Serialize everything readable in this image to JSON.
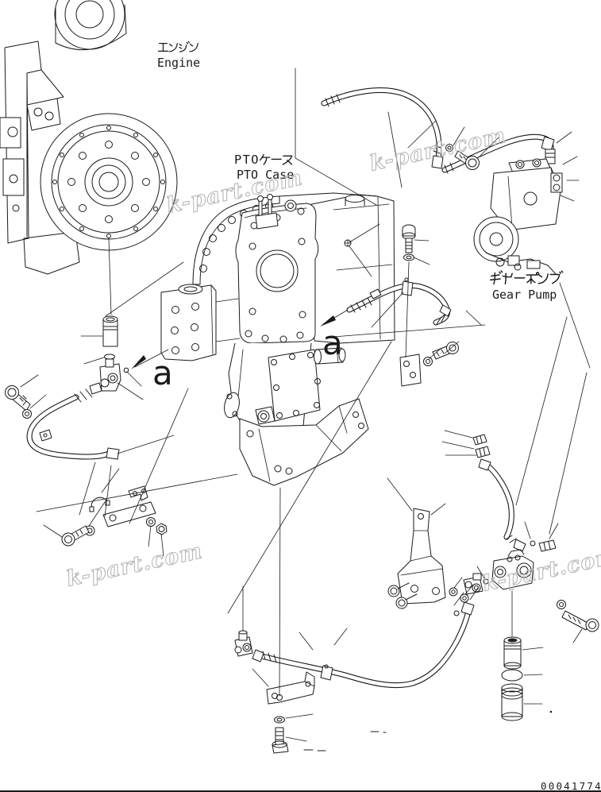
{
  "page": {
    "background": "#ffffff",
    "line_color": "#1a1a1a",
    "drawing_number": "00041774"
  },
  "labels": {
    "engine_jp": "エンジン",
    "engine_en": "Engine",
    "pto_case_jp": "PTOケース",
    "pto_case_en": "PTO Case",
    "gear_pump_jp": "ギヤーポンプ",
    "gear_pump_en": "Gear Pump",
    "marker_a_left": "a",
    "marker_a_right": "a"
  },
  "watermark": {
    "text": "k-part.com",
    "color": "#b8b8b8"
  }
}
